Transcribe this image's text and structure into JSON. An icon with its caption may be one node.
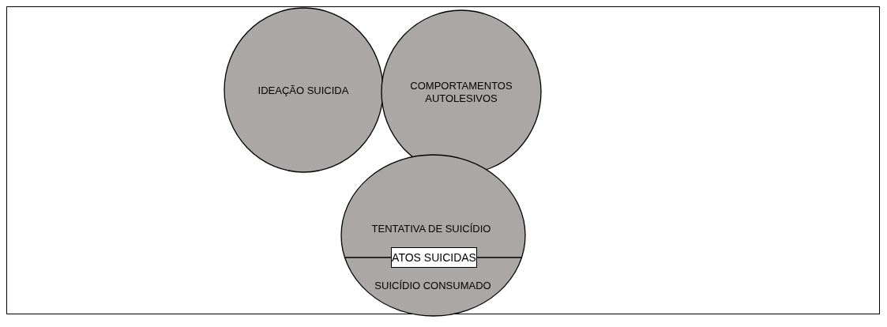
{
  "diagram": {
    "nodes": [
      {
        "text": [
          "IDEAÇÃO SUICIDA"
        ]
      },
      {
        "text": [
          "COMPORTAMENTOS AUTOLESIVOS"
        ]
      },
      {
        "text": [
          "TENTATIVA DE SUICÍDIO",
          "SUICÍDIO CONSUMADO"
        ]
      },
      {
        "text": [
          "ATOS SUICIDAS"
        ],
        "in": 2
      }
    ],
    "edges": []
  }
}
